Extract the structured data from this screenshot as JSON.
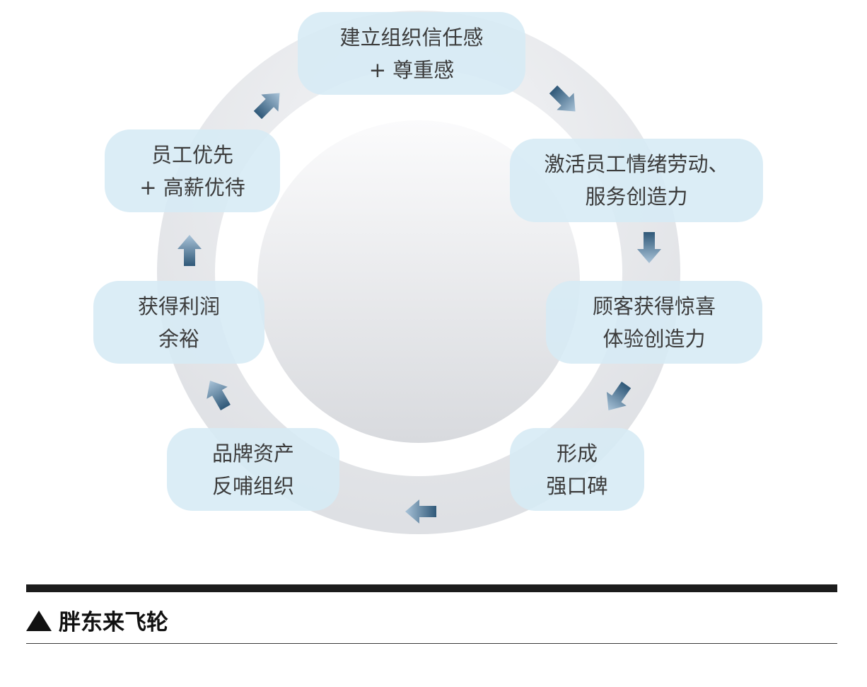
{
  "diagram": {
    "nodes": [
      {
        "id": "n1",
        "lines": [
          "建立组织信任感",
          "+ 尊重感"
        ]
      },
      {
        "id": "n2",
        "lines": [
          "激活员工情绪劳动、",
          "服务创造力"
        ]
      },
      {
        "id": "n3",
        "lines": [
          "顾客获得惊喜",
          "体验创造力"
        ]
      },
      {
        "id": "n4",
        "lines": [
          "形成",
          "强口碑"
        ]
      },
      {
        "id": "n5",
        "lines": [
          "品牌资产",
          "反哺组织"
        ]
      },
      {
        "id": "n6",
        "lines": [
          "获得利润",
          "余裕"
        ]
      },
      {
        "id": "n7",
        "lines": [
          "员工优先",
          "+ 高薪优待"
        ]
      }
    ],
    "colors": {
      "ring_outer": "#e7e8ec",
      "ring_inner": "#d7d9de",
      "node_fill": "#d6eaf5",
      "arrow_dark": "#2f5878",
      "arrow_light": "#a9c3d8",
      "text": "#3c3c3c"
    }
  },
  "caption": {
    "text": "胖东来飞轮"
  }
}
